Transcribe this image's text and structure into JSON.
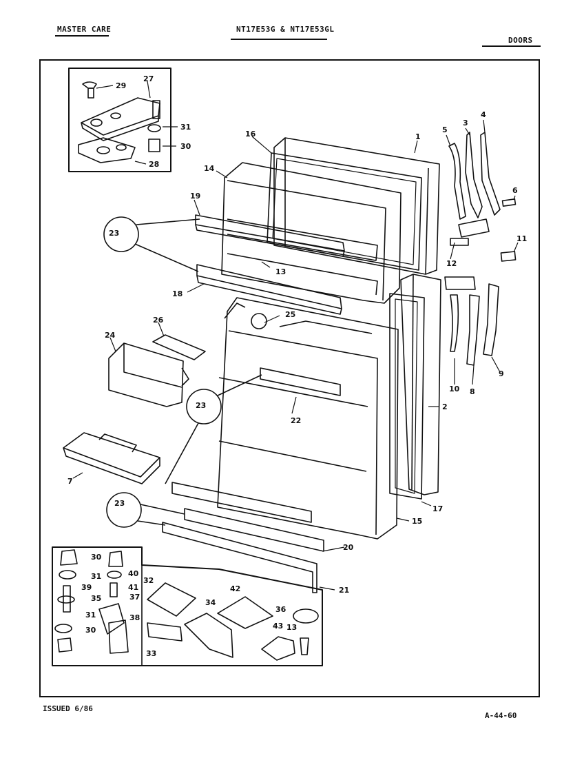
{
  "header": {
    "brand": "MASTER CARE",
    "models": "NT17E53G & NT17E53GL",
    "section": "DOORS"
  },
  "footer": {
    "issued": "ISSUED 6/86",
    "code": "A-44-60"
  },
  "callouts": [
    {
      "id": "c1",
      "text": "1"
    },
    {
      "id": "c2",
      "text": "2"
    },
    {
      "id": "c3",
      "text": "3"
    },
    {
      "id": "c4",
      "text": "4"
    },
    {
      "id": "c5",
      "text": "5"
    },
    {
      "id": "c6",
      "text": "6"
    },
    {
      "id": "c7",
      "text": "7"
    },
    {
      "id": "c8",
      "text": "8"
    },
    {
      "id": "c9",
      "text": "9"
    },
    {
      "id": "c10",
      "text": "10"
    },
    {
      "id": "c11",
      "text": "11"
    },
    {
      "id": "c12",
      "text": "12"
    },
    {
      "id": "c13",
      "text": "13"
    },
    {
      "id": "c14",
      "text": "14"
    },
    {
      "id": "c15",
      "text": "15"
    },
    {
      "id": "c16",
      "text": "16"
    },
    {
      "id": "c17",
      "text": "17"
    },
    {
      "id": "c18",
      "text": "18"
    },
    {
      "id": "c19",
      "text": "19"
    },
    {
      "id": "c20",
      "text": "20"
    },
    {
      "id": "c21",
      "text": "21"
    },
    {
      "id": "c22",
      "text": "22"
    },
    {
      "id": "c23a",
      "text": "23"
    },
    {
      "id": "c23b",
      "text": "23"
    },
    {
      "id": "c23c",
      "text": "23"
    },
    {
      "id": "c24",
      "text": "24"
    },
    {
      "id": "c25",
      "text": "25"
    },
    {
      "id": "c26",
      "text": "26"
    },
    {
      "id": "c27",
      "text": "27"
    },
    {
      "id": "c28",
      "text": "28"
    },
    {
      "id": "c29",
      "text": "29"
    },
    {
      "id": "c30a",
      "text": "30"
    },
    {
      "id": "c31a",
      "text": "31"
    },
    {
      "id": "c30b",
      "text": "30"
    },
    {
      "id": "c31b",
      "text": "31"
    },
    {
      "id": "c35",
      "text": "35"
    },
    {
      "id": "c39",
      "text": "39"
    },
    {
      "id": "c31c",
      "text": "31"
    },
    {
      "id": "c30c",
      "text": "30"
    },
    {
      "id": "c40",
      "text": "40"
    },
    {
      "id": "c41",
      "text": "41"
    },
    {
      "id": "c37",
      "text": "37"
    },
    {
      "id": "c38",
      "text": "38"
    },
    {
      "id": "c32",
      "text": "32"
    },
    {
      "id": "c33",
      "text": "33"
    },
    {
      "id": "c34",
      "text": "34"
    },
    {
      "id": "c42",
      "text": "42"
    },
    {
      "id": "c36",
      "text": "36"
    },
    {
      "id": "c43",
      "text": "43"
    },
    {
      "id": "c13b",
      "text": "13"
    }
  ]
}
